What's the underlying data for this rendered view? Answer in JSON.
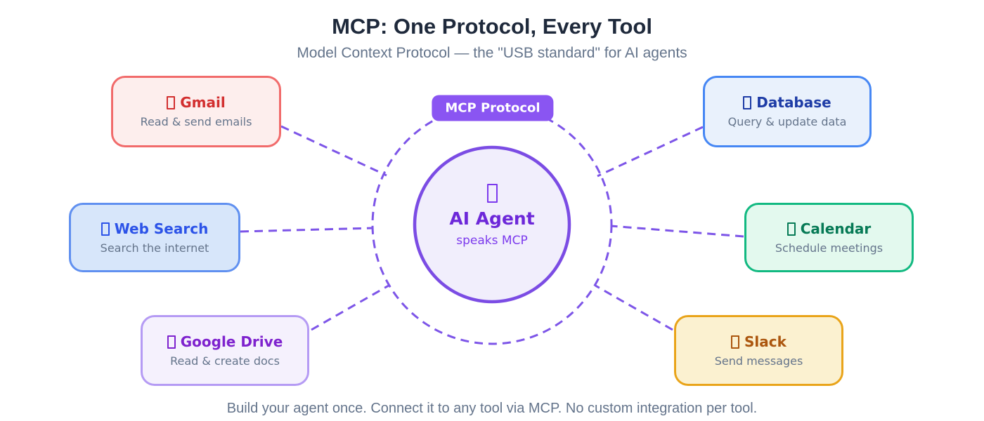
{
  "header": {
    "title": "MCP: One Protocol, Every Tool",
    "subtitle": "Model Context Protocol — the \"USB standard\" for AI agents"
  },
  "center": {
    "badge_label": "MCP Protocol",
    "agent_icon": "robot-icon (missing-glyph box)",
    "agent_name": "AI Agent",
    "agent_caption": "speaks MCP"
  },
  "nodes": [
    {
      "id": "gmail",
      "icon": "email-icon",
      "name": "Gmail",
      "description": "Read & send emails",
      "accent": "#d22f2f",
      "border": "#f16b6b",
      "background": "#fdeeed"
    },
    {
      "id": "database",
      "icon": "database-icon",
      "name": "Database",
      "description": "Query & update data",
      "accent": "#1e3ca6",
      "border": "#4687f4",
      "background": "#e9f1fc"
    },
    {
      "id": "web-search",
      "icon": "search-icon",
      "name": "Web Search",
      "description": "Search the internet",
      "accent": "#2c53e8",
      "border": "#6090f0",
      "background": "#d7e6fa"
    },
    {
      "id": "calendar",
      "icon": "calendar-icon",
      "name": "Calendar",
      "description": "Schedule meetings",
      "accent": "#067a55",
      "border": "#12b981",
      "background": "#e3f9ee"
    },
    {
      "id": "google-drive",
      "icon": "folder-icon",
      "name": "Google Drive",
      "description": "Read & create docs",
      "accent": "#7e22ce",
      "border": "#b59bf4",
      "background": "#f5f1fd"
    },
    {
      "id": "slack",
      "icon": "chat-icon",
      "name": "Slack",
      "description": "Send messages",
      "accent": "#ab560e",
      "border": "#e9a41a",
      "background": "#fbf1d0"
    }
  ],
  "footer": {
    "text": "Build your agent once. Connect it to any tool via MCP. No custom integration per tool."
  },
  "colors": {
    "background": "#ffffff",
    "title_text": "#1e293b",
    "muted_text": "#64748b",
    "dashed_connector": "#7d55e8",
    "badge_background": "#8a55f2",
    "badge_text": "#ffffff",
    "agent_circle_fill": "#f1eefc",
    "agent_circle_stroke": "#7b4ce4",
    "agent_name_text": "#6d28d9",
    "agent_caption_text": "#7c3aed"
  }
}
